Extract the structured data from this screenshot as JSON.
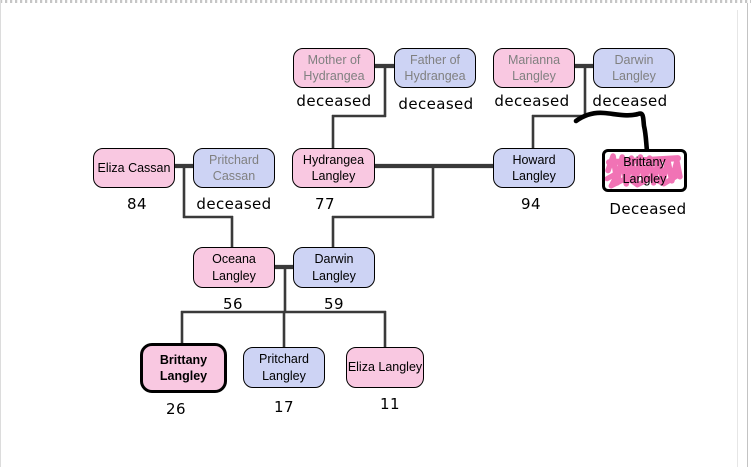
{
  "colors": {
    "pink": "#F9C8E1",
    "blue": "#CDD3F4",
    "scribble-pink": "#F173B5",
    "line": "#3A3A3A",
    "deceased-text": "#808080"
  },
  "diagram": {
    "people": [
      {
        "id": "mother-of-hydrangea",
        "name": "Mother of\nHydrangea",
        "label": "deceased",
        "status": "deceased"
      },
      {
        "id": "father-of-hydrangea",
        "name": "Father of\nHydrangea",
        "label": "deceased",
        "status": "deceased"
      },
      {
        "id": "marianna-langley",
        "name": "Marianna\nLangley",
        "label": "deceased",
        "status": "deceased"
      },
      {
        "id": "darwin-langley-sr",
        "name": "Darwin\nLangley",
        "label": "deceased",
        "status": "deceased"
      },
      {
        "id": "eliza-cassan",
        "name": "Eliza Cassan",
        "label": "84",
        "status": "alive"
      },
      {
        "id": "pritchard-cassan",
        "name": "Pritchard\nCassan",
        "label": "deceased",
        "status": "deceased"
      },
      {
        "id": "hydrangea-langley",
        "name": "Hydrangea\nLangley",
        "label": "77",
        "status": "alive"
      },
      {
        "id": "howard-langley",
        "name": "Howard\nLangley",
        "label": "94",
        "status": "alive"
      },
      {
        "id": "brittany-langley-deceased",
        "name": "Brittany\nLangley",
        "label": "Deceased",
        "status": "deceased-highlighted"
      },
      {
        "id": "oceana-langley",
        "name": "Oceana\nLangley",
        "label": "56",
        "status": "alive"
      },
      {
        "id": "darwin-langley",
        "name": "Darwin\nLangley",
        "label": "59",
        "status": "alive"
      },
      {
        "id": "brittany-langley",
        "name": "Brittany\nLangley",
        "label": "26",
        "status": "alive-selected"
      },
      {
        "id": "pritchard-langley",
        "name": "Pritchard\nLangley",
        "label": "17",
        "status": "alive"
      },
      {
        "id": "eliza-langley",
        "name": "Eliza Langley",
        "label": "11",
        "status": "alive"
      }
    ]
  }
}
